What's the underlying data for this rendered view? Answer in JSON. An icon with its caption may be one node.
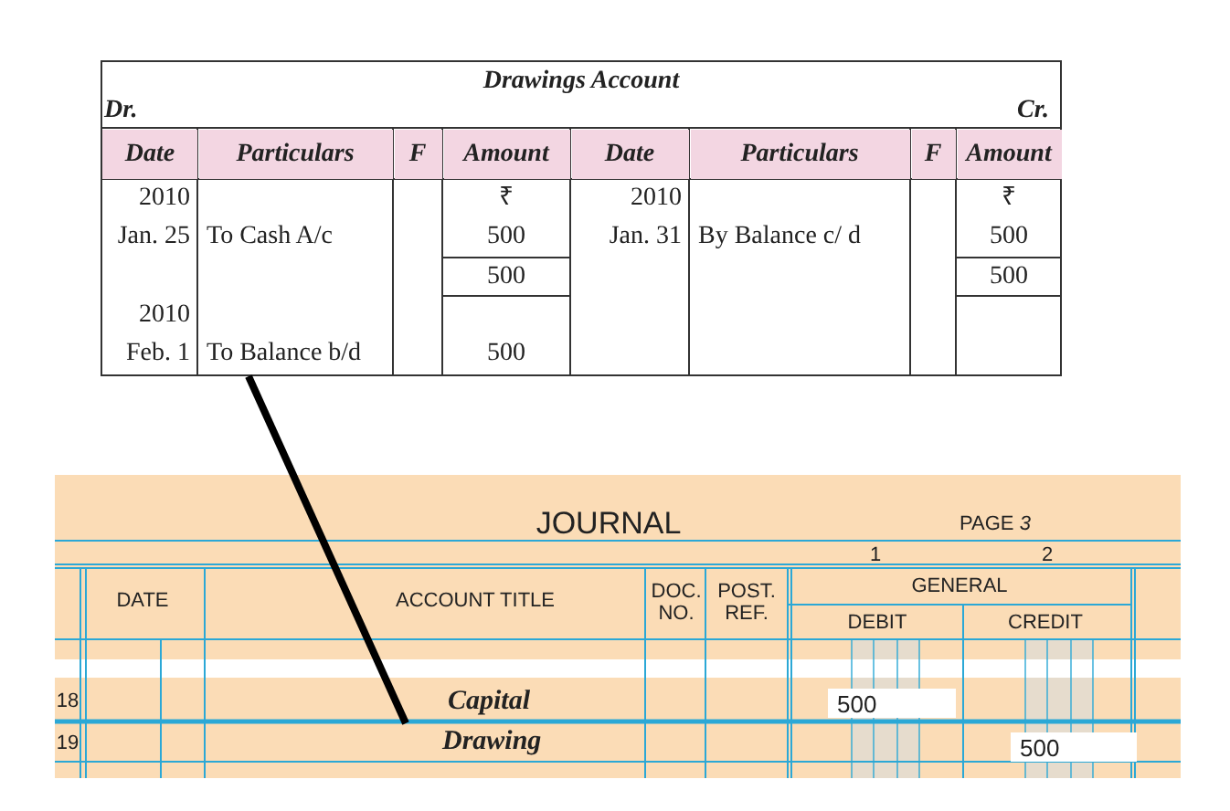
{
  "diagram": {
    "nodes": [
      {
        "text": [
          "Drawings Account"
        ]
      },
      {
        "text": [
          "Drawing"
        ]
      }
    ],
    "edges": [
      {
        "from": 0,
        "to": 1,
        "arrow": "none"
      }
    ],
    "labels": [
      "Dr.",
      "Cr.",
      "Date",
      "Particulars",
      "F",
      "Amount",
      "Date",
      "Particulars",
      "F",
      "Amount",
      "2010",
      "₹",
      "2010",
      "₹",
      "Jan. 25",
      "To Cash A/c",
      "500",
      "Jan. 31",
      "By Balance c/ d",
      "500",
      "500",
      "500",
      "2010",
      "Feb. 1",
      "To Balance b/d",
      "500",
      "JOURNAL",
      "PAGE *3*",
      "1",
      "2",
      "DATE",
      "ACCOUNT TITLE",
      "DOC. NO.",
      "POST. REF.",
      "GENERAL",
      "DEBIT",
      "CREDIT",
      "18",
      "Capital",
      "500",
      "19",
      "500"
    ]
  }
}
